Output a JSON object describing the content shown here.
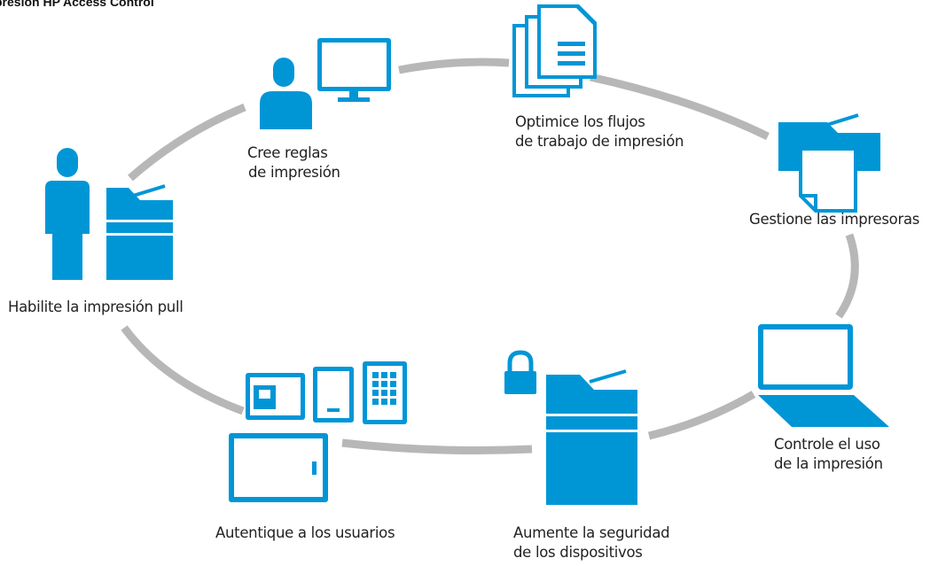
{
  "title": "presión HP Access Control",
  "colors": {
    "accent": "#0096D6",
    "connector": "#B7B7B7",
    "text": "#222222"
  },
  "steps": [
    {
      "id": "rules",
      "icon": "user-monitor-icon",
      "lines": [
        "Cree reglas",
        "de impresión"
      ]
    },
    {
      "id": "workflows",
      "icon": "documents-icon",
      "lines": [
        "Optimice los flujos",
        "de trabajo de impresión"
      ]
    },
    {
      "id": "manage",
      "icon": "printer-icon",
      "lines": [
        "Gestione las impresoras"
      ]
    },
    {
      "id": "control",
      "icon": "laptop-icon",
      "lines": [
        "Controle el uso",
        "de la impresión"
      ]
    },
    {
      "id": "security",
      "icon": "lock-mfp-icon",
      "lines": [
        "Aumente la seguridad",
        "de los dispositivos"
      ]
    },
    {
      "id": "authenticate",
      "icon": "auth-devices-icon",
      "lines": [
        "Autentique a los usuarios"
      ]
    },
    {
      "id": "pull",
      "icon": "person-mfp-icon",
      "lines": [
        "Habilite la impresión pull"
      ]
    }
  ]
}
